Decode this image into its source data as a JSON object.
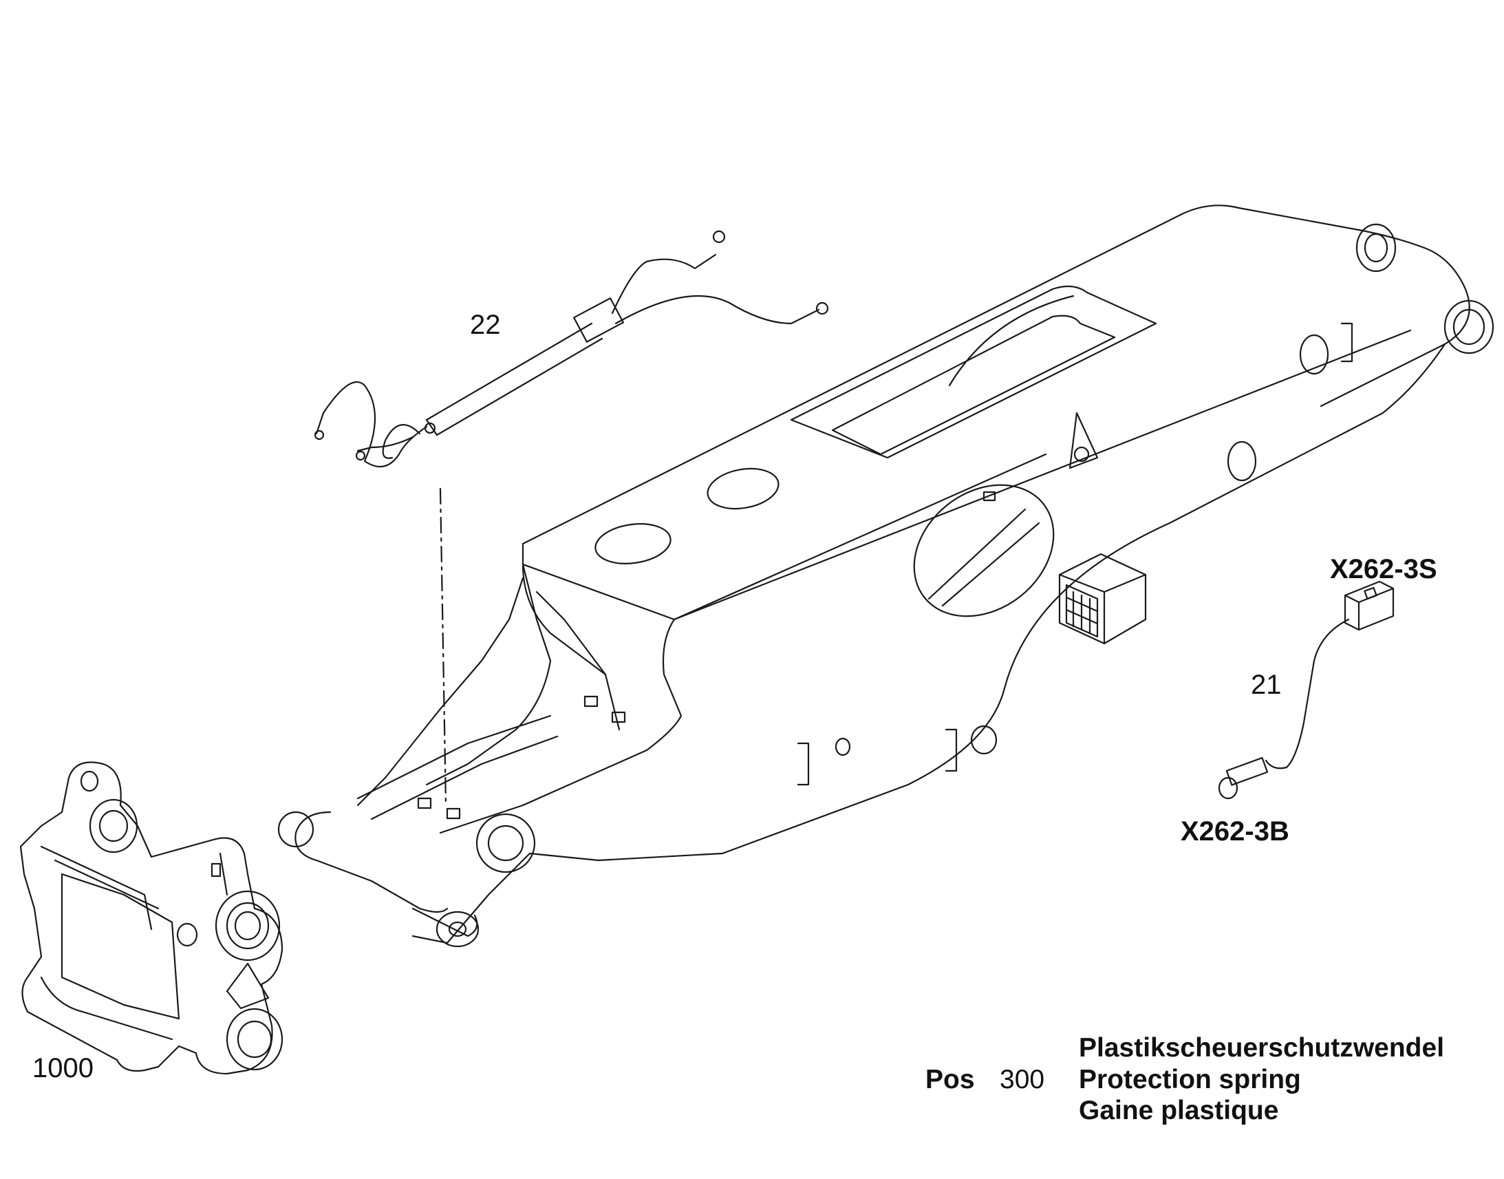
{
  "callouts": {
    "item_22": "22",
    "item_21": "21",
    "item_1000": "1000"
  },
  "connectors": {
    "socket": "X262-3S",
    "plug": "X262-3B"
  },
  "legend": {
    "prefix": "Pos",
    "position": "300",
    "lines": [
      "Plastikscheuerschutzwendel",
      "Protection spring",
      "Gaine plastique"
    ]
  },
  "parts": {
    "boom": "boom-arm",
    "hose_assembly": "hydraulic-hose-assembly",
    "cable": "sensor-cable",
    "quick_coupler": "quick-coupler",
    "work_light": "work-light"
  },
  "colors": {
    "line": "#1a1a1a",
    "background": "#ffffff"
  }
}
